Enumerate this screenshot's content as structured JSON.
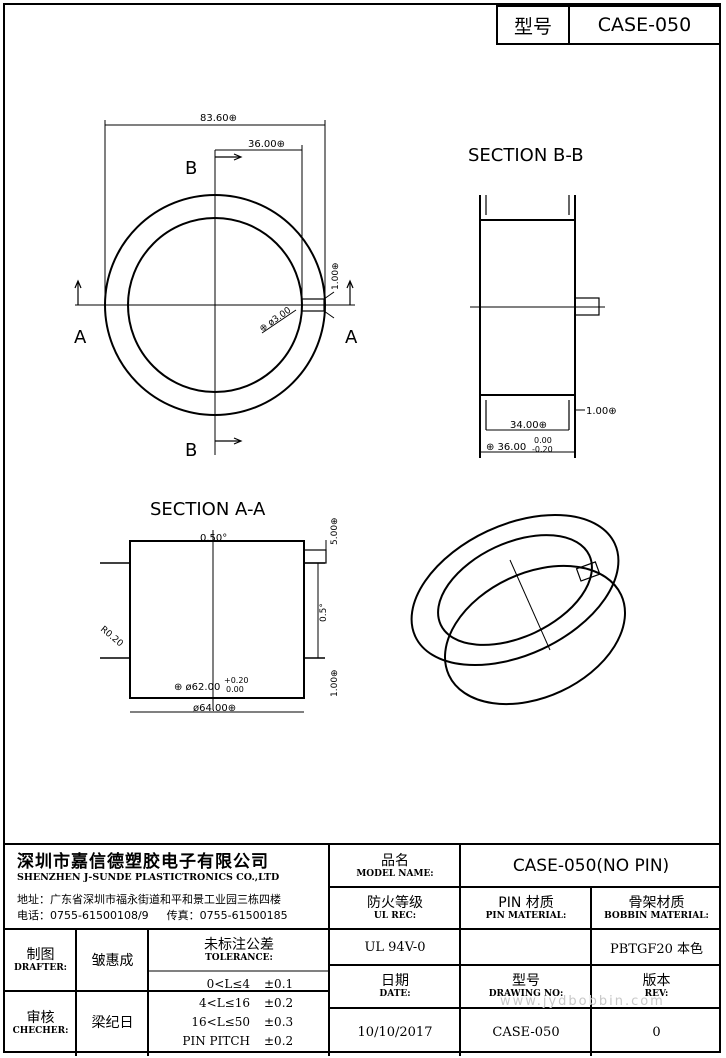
{
  "header": {
    "label": "型号",
    "code": "CASE-050"
  },
  "drawing": {
    "section_bb": "SECTION B-B",
    "section_aa": "SECTION A-A",
    "marker_a": "A",
    "marker_b": "B",
    "dims": {
      "outer_dia": "83.60⊕",
      "inner_half": "36.00⊕",
      "pin_w": "1.00⊕",
      "pin_dia": "⊕ ø3.00",
      "bb_inner": "34.00⊕",
      "bb_outer": "⊕ 36.00",
      "bb_tol_up": "0.00",
      "bb_tol_dn": "-0.20",
      "bb_wall": "1.00⊕",
      "aa_draft_top": "0.50°",
      "aa_height": "5.00⊕",
      "aa_side": "0.5°",
      "aa_radius": "R0.20",
      "aa_inner": "⊕ ø62.00",
      "aa_inner_up": "+0.20",
      "aa_inner_dn": "0.00",
      "aa_wall": "1.00⊕",
      "aa_outer": "ø64.00⊕"
    }
  },
  "title_block": {
    "company_cn": "深圳市嘉信德塑胶电子有限公司",
    "company_en": "SHENZHEN J-SUNDE PLASTICTRONICS CO.,LTD",
    "address": "地址：广东省深圳市福永街道和平和景工业园三栋四楼",
    "tel": "电话：0755-61500108/9",
    "fax": "传真：0755-61500185",
    "model_name_cn": "品名",
    "model_name_en": "MODEL NAME:",
    "model_value": "CASE-050(NO PIN)",
    "ul_cn": "防火等级",
    "ul_en": "UL REC:",
    "ul_value": "UL 94V-0",
    "pin_mat_cn": "PIN 材质",
    "pin_mat_en": "PIN MATERIAL:",
    "bobbin_mat_cn": "骨架材质",
    "bobbin_mat_en": "BOBBIN MATERIAL:",
    "bobbin_mat_value": "PBTGF20 本色",
    "drafter_cn": "制图",
    "drafter_en": "DRAFTER:",
    "drafter_name": "皱惠成",
    "checker_cn": "审核",
    "checker_en": "CHECHER:",
    "checker_name": "梁纪日",
    "tolerance_cn": "未标注公差",
    "tolerance_en": "TOLERANCE:",
    "tolerances": [
      {
        "range": "0<L≤4",
        "tol": "±0.1"
      },
      {
        "range": "4<L≤16",
        "tol": "±0.2"
      },
      {
        "range": "16<L≤50",
        "tol": "±0.3"
      },
      {
        "range": "PIN PITCH",
        "tol": "±0.2"
      }
    ],
    "date_cn": "日期",
    "date_en": "DATE:",
    "date_value": "10/10/2017",
    "drawing_no_cn": "型号",
    "drawing_no_en": "DRAWING NO:",
    "drawing_no_value": "CASE-050",
    "rev_cn": "版本",
    "rev_en": "REV:",
    "rev_value": "0",
    "watermark": "www.jydbobbin.com"
  }
}
